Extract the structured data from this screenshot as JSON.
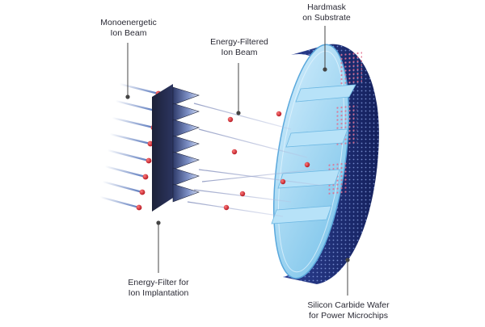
{
  "labels": {
    "mono_beam": [
      "Monoenergetic",
      "Ion Beam"
    ],
    "filtered_beam": [
      "Energy-Filtered",
      "Ion Beam"
    ],
    "hardmask": [
      "Hardmask",
      "on Substrate"
    ],
    "filter": [
      "Energy-Filter for",
      "Ion Implantation"
    ],
    "wafer": [
      "Silicon Carbide Wafer",
      "for Power Microchips"
    ]
  },
  "colors": {
    "ion": "#c8202c",
    "beam": "#3a5fb0",
    "filter_dark": "#1c2138",
    "filter_light": "#aab8e0",
    "wafer_dark": "#1f2f7a",
    "wafer_light": "#9fd6f2",
    "text": "#2a2a35",
    "leader": "#444444"
  }
}
